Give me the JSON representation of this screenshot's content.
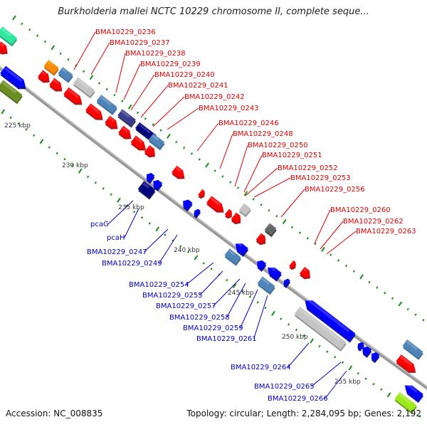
{
  "title": "Burkholderia mallei NCTC 10229 chromosome II, complete seque...",
  "footer": {
    "accession": "Accession: NC_008835",
    "stats": "Topology: circular; Length: 2,284,095 bp; Genes: 2,192"
  },
  "colors": {
    "forward_cds": "#ff0000",
    "reverse_cds": "#0000ff",
    "forward_label": "#e00000",
    "reverse_label": "#0000cc",
    "backbone": "#888888",
    "tick": "#1a8a1a"
  },
  "kbp_ticks": [
    "225 kbp",
    "230 kbp",
    "235 kbp",
    "240 kbp",
    "245 kbp",
    "250 kbp",
    "255 kbp"
  ],
  "forward_labels": [
    "BMA10229_0236",
    "BMA10229_0237",
    "BMA10229_0238",
    "BMA10229_0239",
    "BMA10229_0240",
    "BMA10229_0241",
    "BMA10229_0242",
    "BMA10229_0243",
    "BMA10229_0246",
    "BMA10229_0248",
    "BMA10229_0250",
    "BMA10229_0251",
    "BMA10229_0252",
    "BMA10229_0253",
    "BMA10229_0256",
    "BMA10229_0260",
    "BMA10229_0262",
    "BMA10229_0263"
  ],
  "reverse_labels": [
    "pcaG",
    "pcaH",
    "BMA10229_0247",
    "BMA10229_0249",
    "BMA10229_0254",
    "BMA10229_0255",
    "BMA10229_0257",
    "BMA10229_0258",
    "BMA10229_0259",
    "BMA10229_0261",
    "BMA10229_0264",
    "BMA10229_0265",
    "BMA10229_0266"
  ]
}
